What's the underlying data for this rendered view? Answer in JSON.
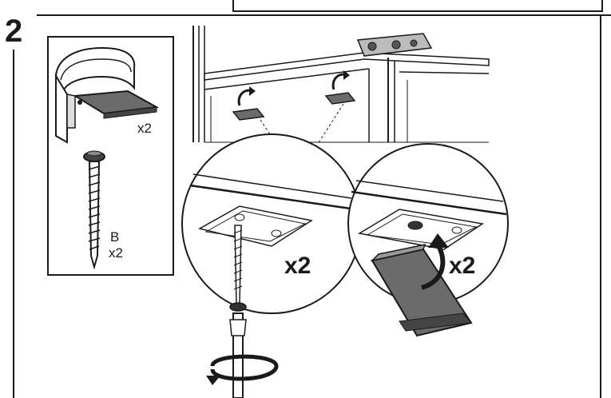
{
  "step": {
    "number": "2"
  },
  "parts_box": {
    "bracket_qty": "x2",
    "screw_letter": "B",
    "screw_qty": "x2"
  },
  "callouts": {
    "screw_detail_qty": "x2",
    "bracket_detail_qty": "x2"
  },
  "icons": [
    "mounting-bracket-icon",
    "screw-icon",
    "screwdriver-icon",
    "rotate-arrow-icon",
    "flip-up-arrow-icon"
  ],
  "colors": {
    "line": "#1a1a1a",
    "bracket_fill": "#6b6b6b",
    "background": "#ffffff"
  }
}
